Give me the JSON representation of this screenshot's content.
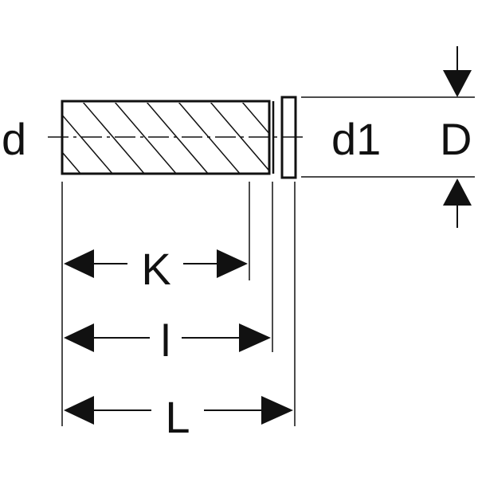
{
  "labels": {
    "d": "d",
    "d1": "d1",
    "D": "D",
    "K": "K",
    "l": "l",
    "L": "L"
  },
  "colors": {
    "line": "#111111",
    "background": "#ffffff"
  }
}
